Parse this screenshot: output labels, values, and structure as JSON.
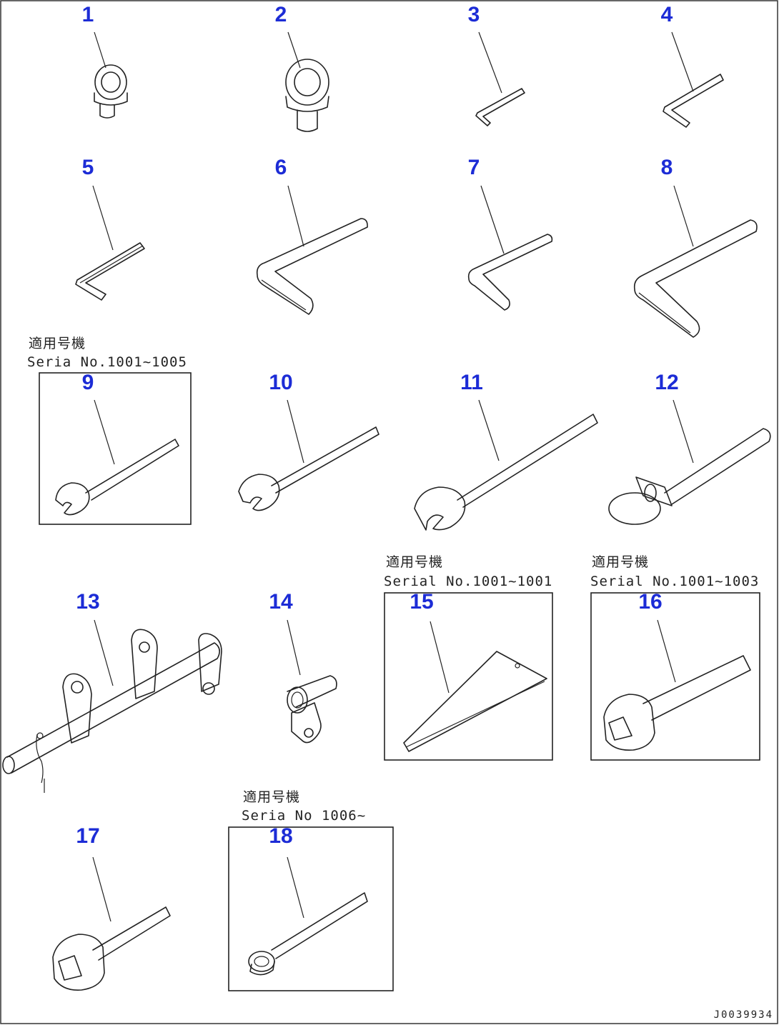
{
  "parts": [
    {
      "number": "1",
      "shape": "eye-bolt-icon"
    },
    {
      "number": "2",
      "shape": "eye-bolt-icon"
    },
    {
      "number": "3",
      "shape": "hex-key-icon"
    },
    {
      "number": "4",
      "shape": "hex-key-icon"
    },
    {
      "number": "5",
      "shape": "hex-key-icon"
    },
    {
      "number": "6",
      "shape": "hex-key-icon"
    },
    {
      "number": "7",
      "shape": "hex-key-icon"
    },
    {
      "number": "8",
      "shape": "hex-key-icon"
    },
    {
      "number": "9",
      "shape": "open-end-wrench-icon"
    },
    {
      "number": "10",
      "shape": "open-end-wrench-icon"
    },
    {
      "number": "11",
      "shape": "open-end-wrench-icon"
    },
    {
      "number": "12",
      "shape": "tool-handle-icon"
    },
    {
      "number": "13",
      "shape": "pin-assembly-icon"
    },
    {
      "number": "14",
      "shape": "bushing-icon"
    },
    {
      "number": "15",
      "shape": "wedge-icon"
    },
    {
      "number": "16",
      "shape": "socket-wrench-icon"
    },
    {
      "number": "17",
      "shape": "socket-wrench-icon"
    },
    {
      "number": "18",
      "shape": "box-wrench-icon"
    }
  ],
  "notes": {
    "n9": {
      "title": "適用号機",
      "serial": "Seria No.1001~1005"
    },
    "n15": {
      "title": "適用号機",
      "serial": "Serial No.1001~1001"
    },
    "n16": {
      "title": "適用号機",
      "serial": "Serial No.1001~1003"
    },
    "n18": {
      "title": "適用号機",
      "serial": "Seria No 1006~"
    }
  },
  "drawing_code": "J0039934",
  "colors": {
    "item_number": "#1c2cd6",
    "line": "#222222",
    "background": "#ffffff"
  }
}
